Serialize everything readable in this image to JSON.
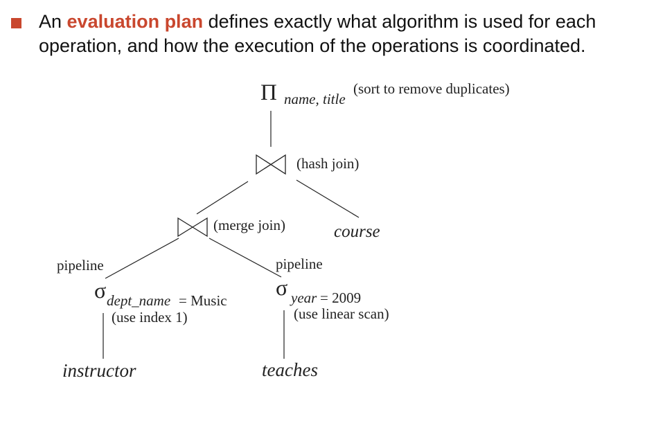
{
  "bullet": {
    "text_before": "An ",
    "highlight": "evaluation plan",
    "text_after": " defines exactly what algorithm is used for each operation, and how the execution of the operations is coordinated.",
    "accent_color": "#c9472e"
  },
  "tree": {
    "projection": {
      "symbol": "Π",
      "attributes": "name, title",
      "note": "(sort to remove duplicates)"
    },
    "hash_join": {
      "symbol": "⋈",
      "note": "(hash join)"
    },
    "merge_join": {
      "symbol": "⋈",
      "note": "(merge join)"
    },
    "course": "course",
    "pipeline_left": "pipeline",
    "pipeline_right": "pipeline",
    "select_left": {
      "symbol": "σ",
      "attribute": "dept_name",
      "condition": " = Music",
      "note": "(use index 1)"
    },
    "select_right": {
      "symbol": "σ",
      "attribute": "year",
      "condition": " = 2009",
      "note": "(use linear scan)"
    },
    "instructor": "instructor",
    "teaches": "teaches"
  }
}
